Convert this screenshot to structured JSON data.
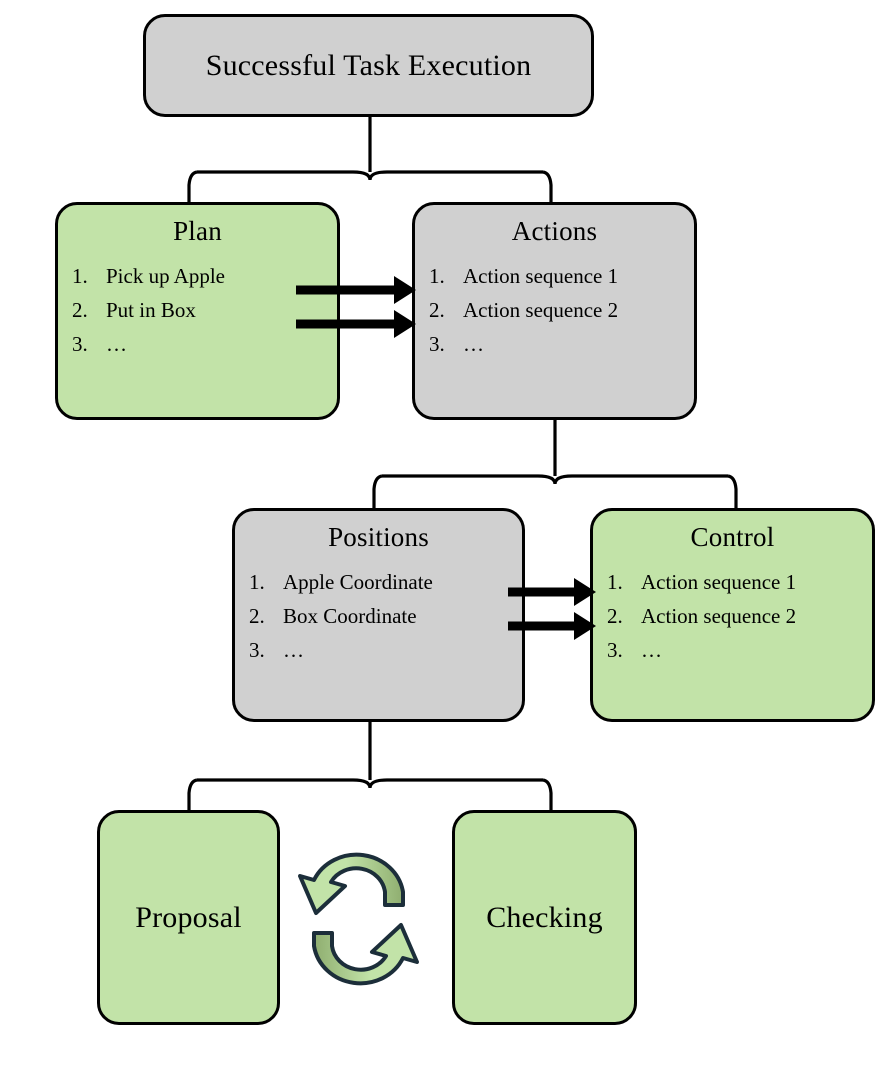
{
  "diagram": {
    "title": "Successful Task Execution",
    "colors": {
      "green": "#c2e3a8",
      "gray": "#d0d0d0",
      "outline": "#000000",
      "cycle_stroke": "#1c2e3a",
      "cycle_light": "#c2e3a8",
      "cycle_dark": "#8fae70"
    }
  },
  "nodes": {
    "root": {
      "label": "Successful Task Execution"
    },
    "plan": {
      "title": "Plan",
      "items": [
        {
          "num": "1.",
          "text": "Pick up Apple"
        },
        {
          "num": "2.",
          "text": "Put in Box"
        },
        {
          "num": "3.",
          "text": "…"
        }
      ]
    },
    "actions": {
      "title": "Actions",
      "items": [
        {
          "num": "1.",
          "text": "Action sequence 1"
        },
        {
          "num": "2.",
          "text": "Action sequence 2"
        },
        {
          "num": "3.",
          "text": "…"
        }
      ]
    },
    "positions": {
      "title": "Positions",
      "items": [
        {
          "num": "1.",
          "text": "Apple Coordinate"
        },
        {
          "num": "2.",
          "text": "Box Coordinate"
        },
        {
          "num": "3.",
          "text": "…"
        }
      ]
    },
    "control": {
      "title": "Control",
      "items": [
        {
          "num": "1.",
          "text": "Action sequence 1"
        },
        {
          "num": "2.",
          "text": "Action sequence 2"
        },
        {
          "num": "3.",
          "text": "…"
        }
      ]
    },
    "proposal": {
      "title": "Proposal"
    },
    "checking": {
      "title": "Checking"
    }
  },
  "connections": {
    "root_to_row1": "bracket",
    "actions_to_row2": "bracket",
    "positions_to_row3": "bracket",
    "plan_to_actions": [
      "arrow",
      "arrow"
    ],
    "positions_to_control": [
      "arrow",
      "arrow"
    ],
    "proposal_checking_cycle": "circular-refresh-icon"
  }
}
